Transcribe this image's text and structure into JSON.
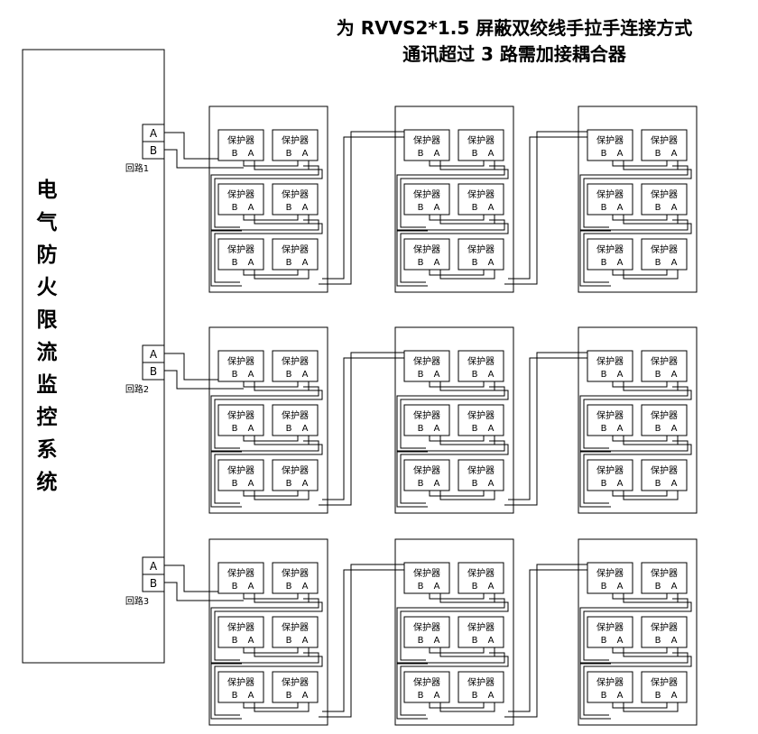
{
  "title": {
    "line1": "为 RVVS2*1.5 屏蔽双绞线手拉手连接方式",
    "line2": "通讯超过 3 路需加接耦合器"
  },
  "system": {
    "label": [
      "电",
      "气",
      "防",
      "火",
      "限",
      "流",
      "监",
      "控",
      "系",
      "统"
    ]
  },
  "terminals": {
    "a": "A",
    "b": "B"
  },
  "loops": [
    "回路1",
    "回路2",
    "回路3"
  ],
  "protector": {
    "label": "保护器",
    "pin_b": "B",
    "pin_a": "A"
  },
  "layout_grid": {
    "rows": 3,
    "group_columns": 3,
    "protector_rows_per_group": 3,
    "protectors_per_row": 2
  },
  "colors": {
    "line": "#000000",
    "background": "#ffffff"
  }
}
